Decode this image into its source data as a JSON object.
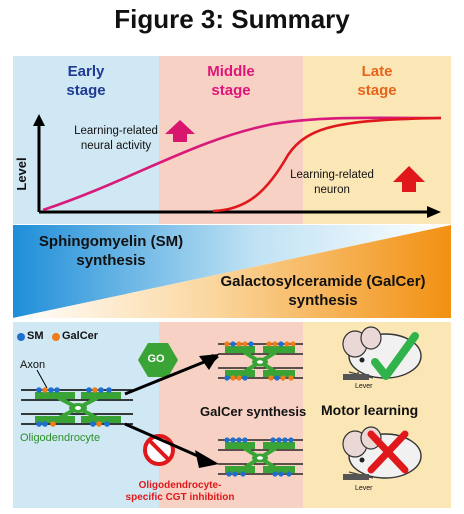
{
  "title": "Figure 3: Summary",
  "stages": [
    {
      "line1": "Early",
      "line2": "stage",
      "color": "#1f3a93"
    },
    {
      "line1": "Middle",
      "line2": "stage",
      "color": "#e0147a"
    },
    {
      "line1": "Late",
      "line2": "stage",
      "color": "#e8641b"
    }
  ],
  "colors": {
    "early_bg": "#cfe8f3",
    "middle_bg": "#f6d1c4",
    "late_bg": "#fbe6b5",
    "neural_activity_curve": "#d81b7a",
    "neuron_curve": "#e0181b",
    "sm_blue": "#1f6fd1",
    "galcer_orange": "#f07d1a",
    "oligodendrocyte_green": "#3aa335",
    "check_green": "#2fb34a",
    "cross_red": "#e0181b"
  },
  "graph": {
    "y_label": "Level",
    "activity_label_line1": "Learning-related",
    "activity_label_line2": "neural activity",
    "neuron_label_line1": "Learning-related",
    "neuron_label_line2": "neuron"
  },
  "synthesis": {
    "sm_line1": "Sphingomyelin (SM)",
    "sm_line2": "synthesis",
    "galcer_line1": "Galactosylceramide (GalCer)",
    "galcer_line2": "synthesis"
  },
  "bottom": {
    "legend_sm": "SM",
    "legend_galcer": "GalCer",
    "axon_label": "Axon",
    "oligodendrocyte_label": "Oligodendrocyte",
    "go_label": "GO",
    "galcer_synthesis_label": "GalCer synthesis",
    "motor_learning_label": "Motor learning",
    "lever_label_top": "Lever",
    "lever_label_bottom": "Lever",
    "inhibition_line1": "Oligodendrocyte-",
    "inhibition_line2": "specific CGT inhibition"
  },
  "icons": [
    "up-arrow-icon",
    "check-icon",
    "cross-icon",
    "no-entry-icon",
    "go-hexagon-icon",
    "mouse-icon"
  ]
}
